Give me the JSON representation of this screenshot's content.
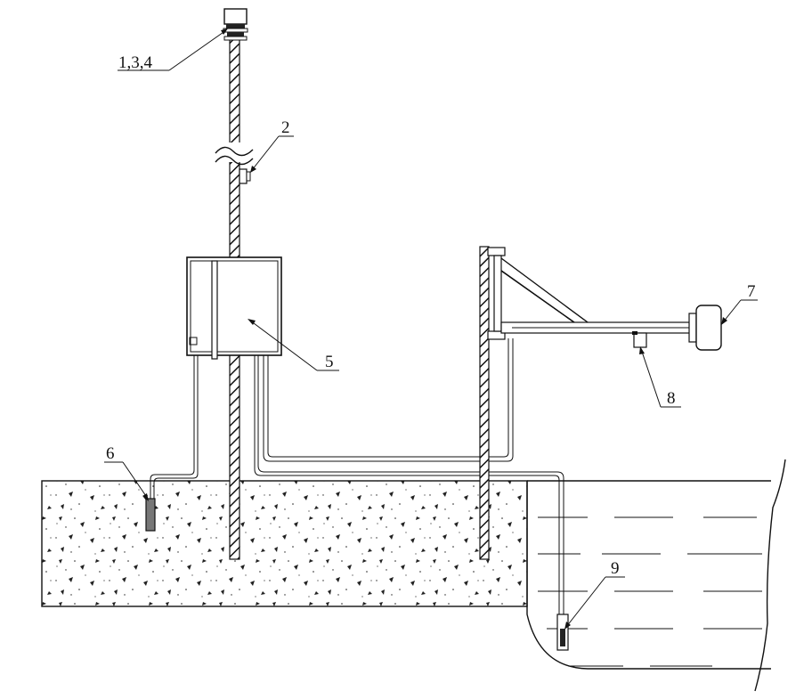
{
  "diagram": {
    "labels": [
      {
        "id": "sensor-head",
        "text": "1,3,4"
      },
      {
        "id": "mast-sensor",
        "text": "2"
      },
      {
        "id": "control-box",
        "text": "5"
      },
      {
        "id": "soil-probe",
        "text": "6"
      },
      {
        "id": "radar-unit",
        "text": "7"
      },
      {
        "id": "boom-sensor",
        "text": "8"
      },
      {
        "id": "water-probe",
        "text": "9"
      }
    ]
  }
}
